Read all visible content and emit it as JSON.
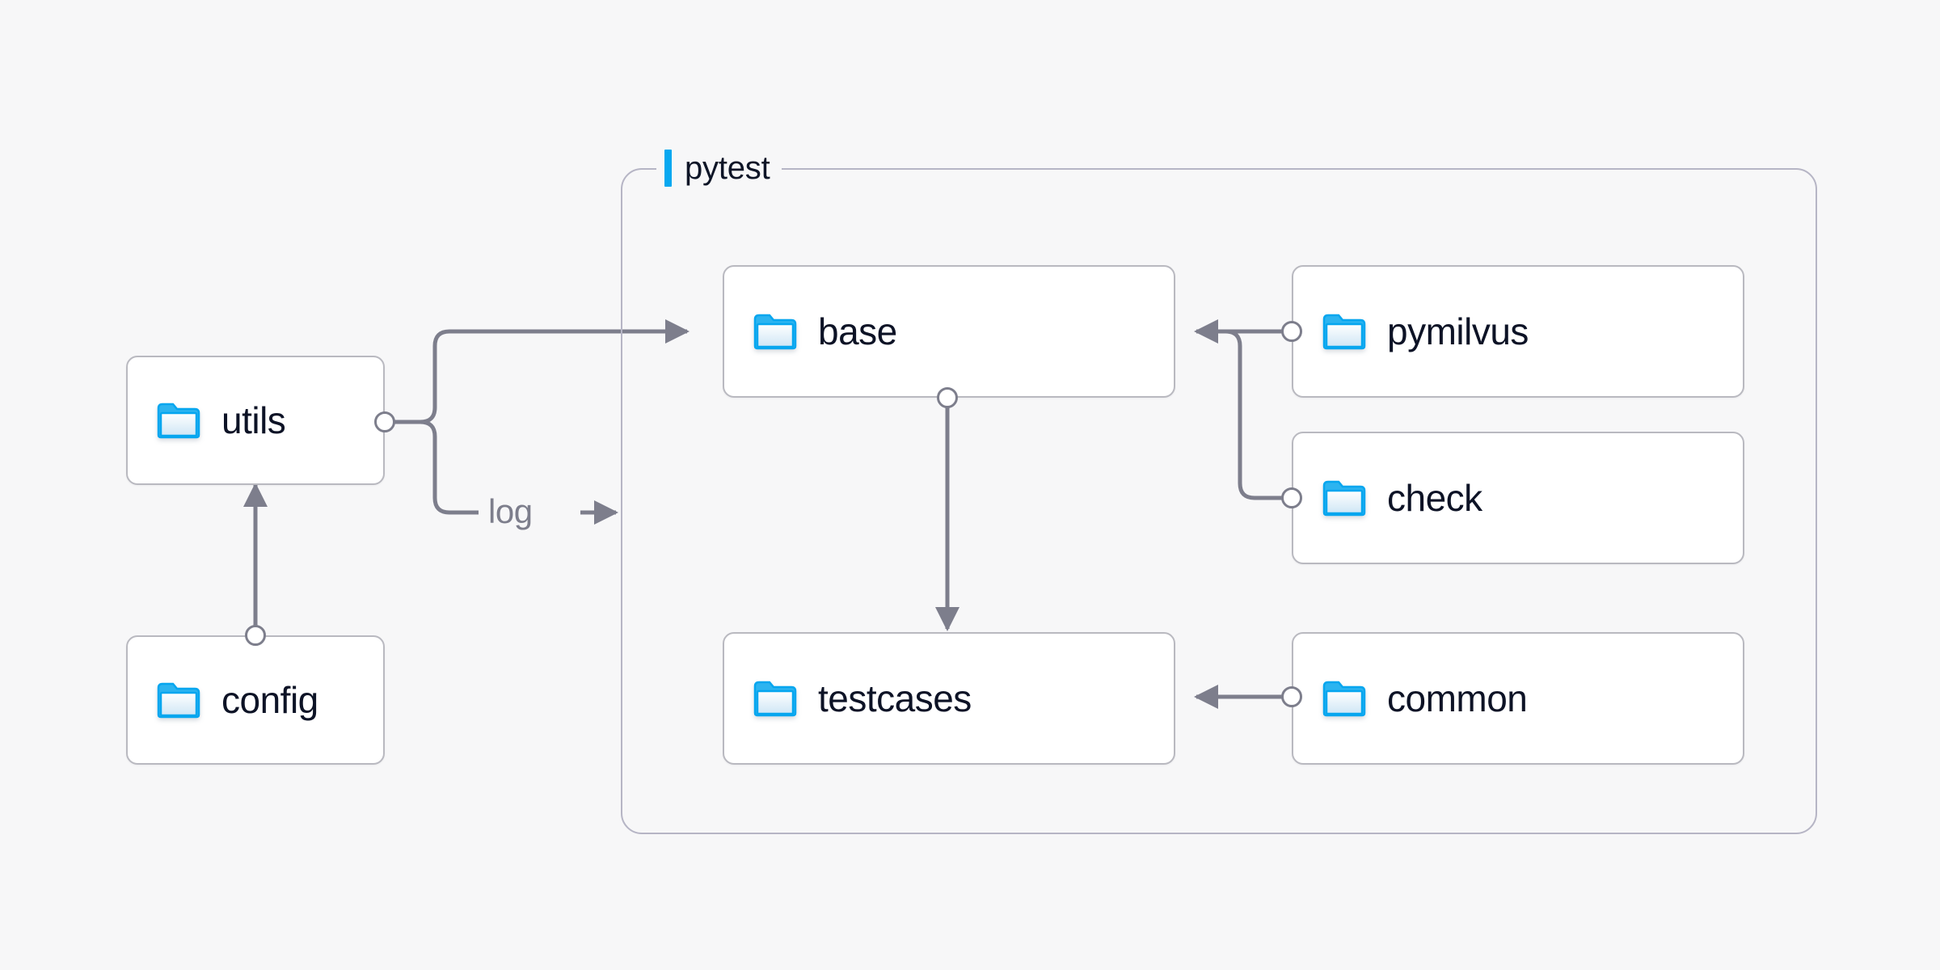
{
  "diagram": {
    "title": "pytest",
    "background_color": "#f7f7f8",
    "accent_color": "#07a8f0",
    "edge_color": "#7d7e8c",
    "node_border_color": "#b9b9c0",
    "group_border_color": "#b6b5c5",
    "label_color": "#0d1326"
  },
  "group": {
    "label": "pytest",
    "accent_color": "#07a8f0"
  },
  "nodes": [
    {
      "id": "utils",
      "label": "utils",
      "icon": "folder-icon"
    },
    {
      "id": "config",
      "label": "config",
      "icon": "folder-icon"
    },
    {
      "id": "base",
      "label": "base",
      "icon": "folder-icon"
    },
    {
      "id": "testcases",
      "label": "testcases",
      "icon": "folder-icon"
    },
    {
      "id": "pymilvus",
      "label": "pymilvus",
      "icon": "folder-icon"
    },
    {
      "id": "check",
      "label": "check",
      "icon": "folder-icon"
    },
    {
      "id": "common",
      "label": "common",
      "icon": "folder-icon"
    }
  ],
  "edges": [
    {
      "id": "config-utils",
      "from": "config",
      "to": "utils",
      "label": ""
    },
    {
      "id": "utils-base",
      "from": "utils",
      "to": "base",
      "label": ""
    },
    {
      "id": "utils-log",
      "from": "utils",
      "to": "pytest",
      "label": "log"
    },
    {
      "id": "base-testcases",
      "from": "base",
      "to": "testcases",
      "label": ""
    },
    {
      "id": "pymilvus-base",
      "from": "pymilvus",
      "to": "base",
      "label": ""
    },
    {
      "id": "check-base",
      "from": "check",
      "to": "base",
      "label": ""
    },
    {
      "id": "common-testcases",
      "from": "common",
      "to": "testcases",
      "label": ""
    }
  ],
  "labels": {
    "log": "log"
  }
}
